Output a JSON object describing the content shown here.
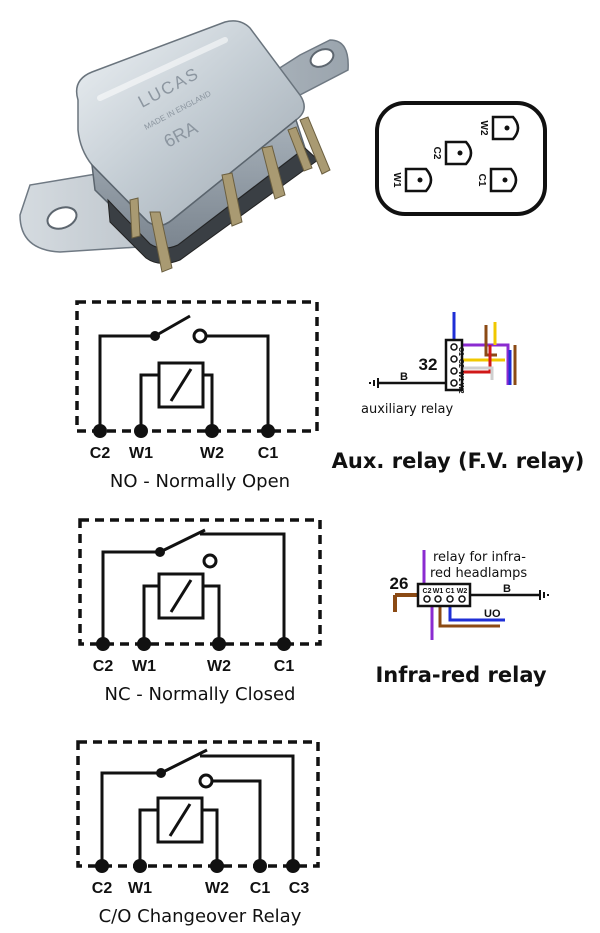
{
  "relay_photo": {
    "brand": "LUCAS",
    "origin": "MADE IN ENGLAND",
    "model": "6RA",
    "colors": {
      "body": "#b9c2ca",
      "shadow": "#8d97a1",
      "highlight": "#e6ebef",
      "terminal": "#9a8a66"
    }
  },
  "base_view": {
    "terminals": [
      "W2",
      "C2",
      "W1",
      "C1"
    ]
  },
  "diagrams": [
    {
      "caption": "NO - Normally Open",
      "terminals": [
        "C2",
        "W1",
        "W2",
        "C1"
      ]
    },
    {
      "caption": "NC - Normally Closed",
      "terminals": [
        "C2",
        "W1",
        "W2",
        "C1"
      ]
    },
    {
      "caption": "C/O Changeover Relay",
      "terminals": [
        "C2",
        "W1",
        "W2",
        "C1",
        "C3"
      ]
    }
  ],
  "aux_relay": {
    "number": "32",
    "ground_label": "B",
    "pins": [
      "C1",
      "C2",
      "W1",
      "W2"
    ],
    "caption": "auxiliary relay",
    "title": "Aux. relay (F.V. relay)"
  },
  "ir_relay": {
    "number": "26",
    "pins": [
      "C2",
      "W1",
      "C1",
      "W2"
    ],
    "caption_line1": "relay for infra-",
    "caption_line2": "red headlamps",
    "ground_label": "B",
    "wire_label": "UO",
    "title": "Infra-red relay"
  },
  "wire_colors": {
    "brown": "#8b4a14",
    "blue": "#1f2fd6",
    "purple": "#8b2bd0",
    "yellow": "#f0c800",
    "red": "#d01818",
    "white": "#cfcfcf",
    "black": "#111111"
  }
}
